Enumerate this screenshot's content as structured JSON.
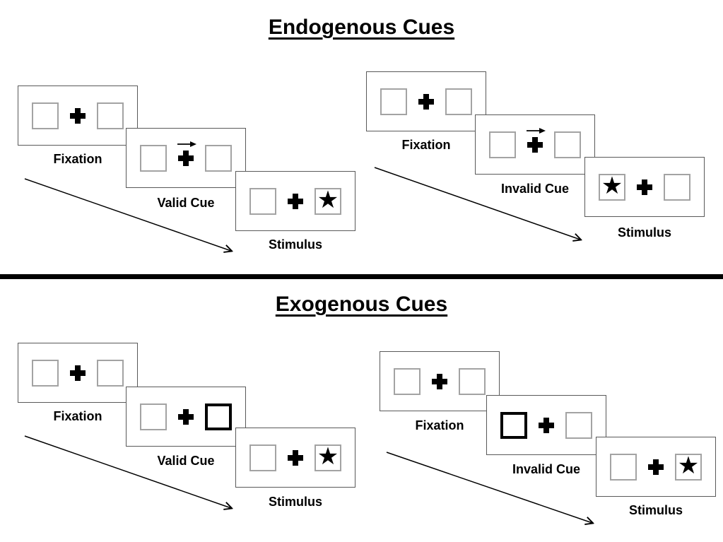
{
  "diagram": {
    "background": "#ffffff",
    "colors": {
      "panel_border": "#595959",
      "box_border": "#a3a3a3",
      "cue_highlight": "#000000",
      "text": "#000000",
      "divider": "#000000"
    },
    "icons": {
      "star": "★",
      "plus": "+",
      "cue_arrow": "right-arrow"
    },
    "sections": [
      {
        "title": "Endogenous Cues",
        "sequences": [
          {
            "name": "valid",
            "panels": [
              {
                "label": "Fixation",
                "content": "empty-boxes"
              },
              {
                "label": "Valid Cue",
                "content": "central-arrow-right"
              },
              {
                "label": "Stimulus",
                "content": "star-right"
              }
            ]
          },
          {
            "name": "invalid",
            "panels": [
              {
                "label": "Fixation",
                "content": "empty-boxes"
              },
              {
                "label": "Invalid Cue",
                "content": "central-arrow-right"
              },
              {
                "label": "Stimulus",
                "content": "star-left"
              }
            ]
          }
        ]
      },
      {
        "title": "Exogenous Cues",
        "sequences": [
          {
            "name": "valid",
            "panels": [
              {
                "label": "Fixation",
                "content": "empty-boxes"
              },
              {
                "label": "Valid Cue",
                "content": "right-box-highlighted"
              },
              {
                "label": "Stimulus",
                "content": "star-right"
              }
            ]
          },
          {
            "name": "invalid",
            "panels": [
              {
                "label": "Fixation",
                "content": "empty-boxes"
              },
              {
                "label": "Invalid Cue",
                "content": "left-box-highlighted"
              },
              {
                "label": "Stimulus",
                "content": "star-right"
              }
            ]
          }
        ]
      }
    ]
  }
}
